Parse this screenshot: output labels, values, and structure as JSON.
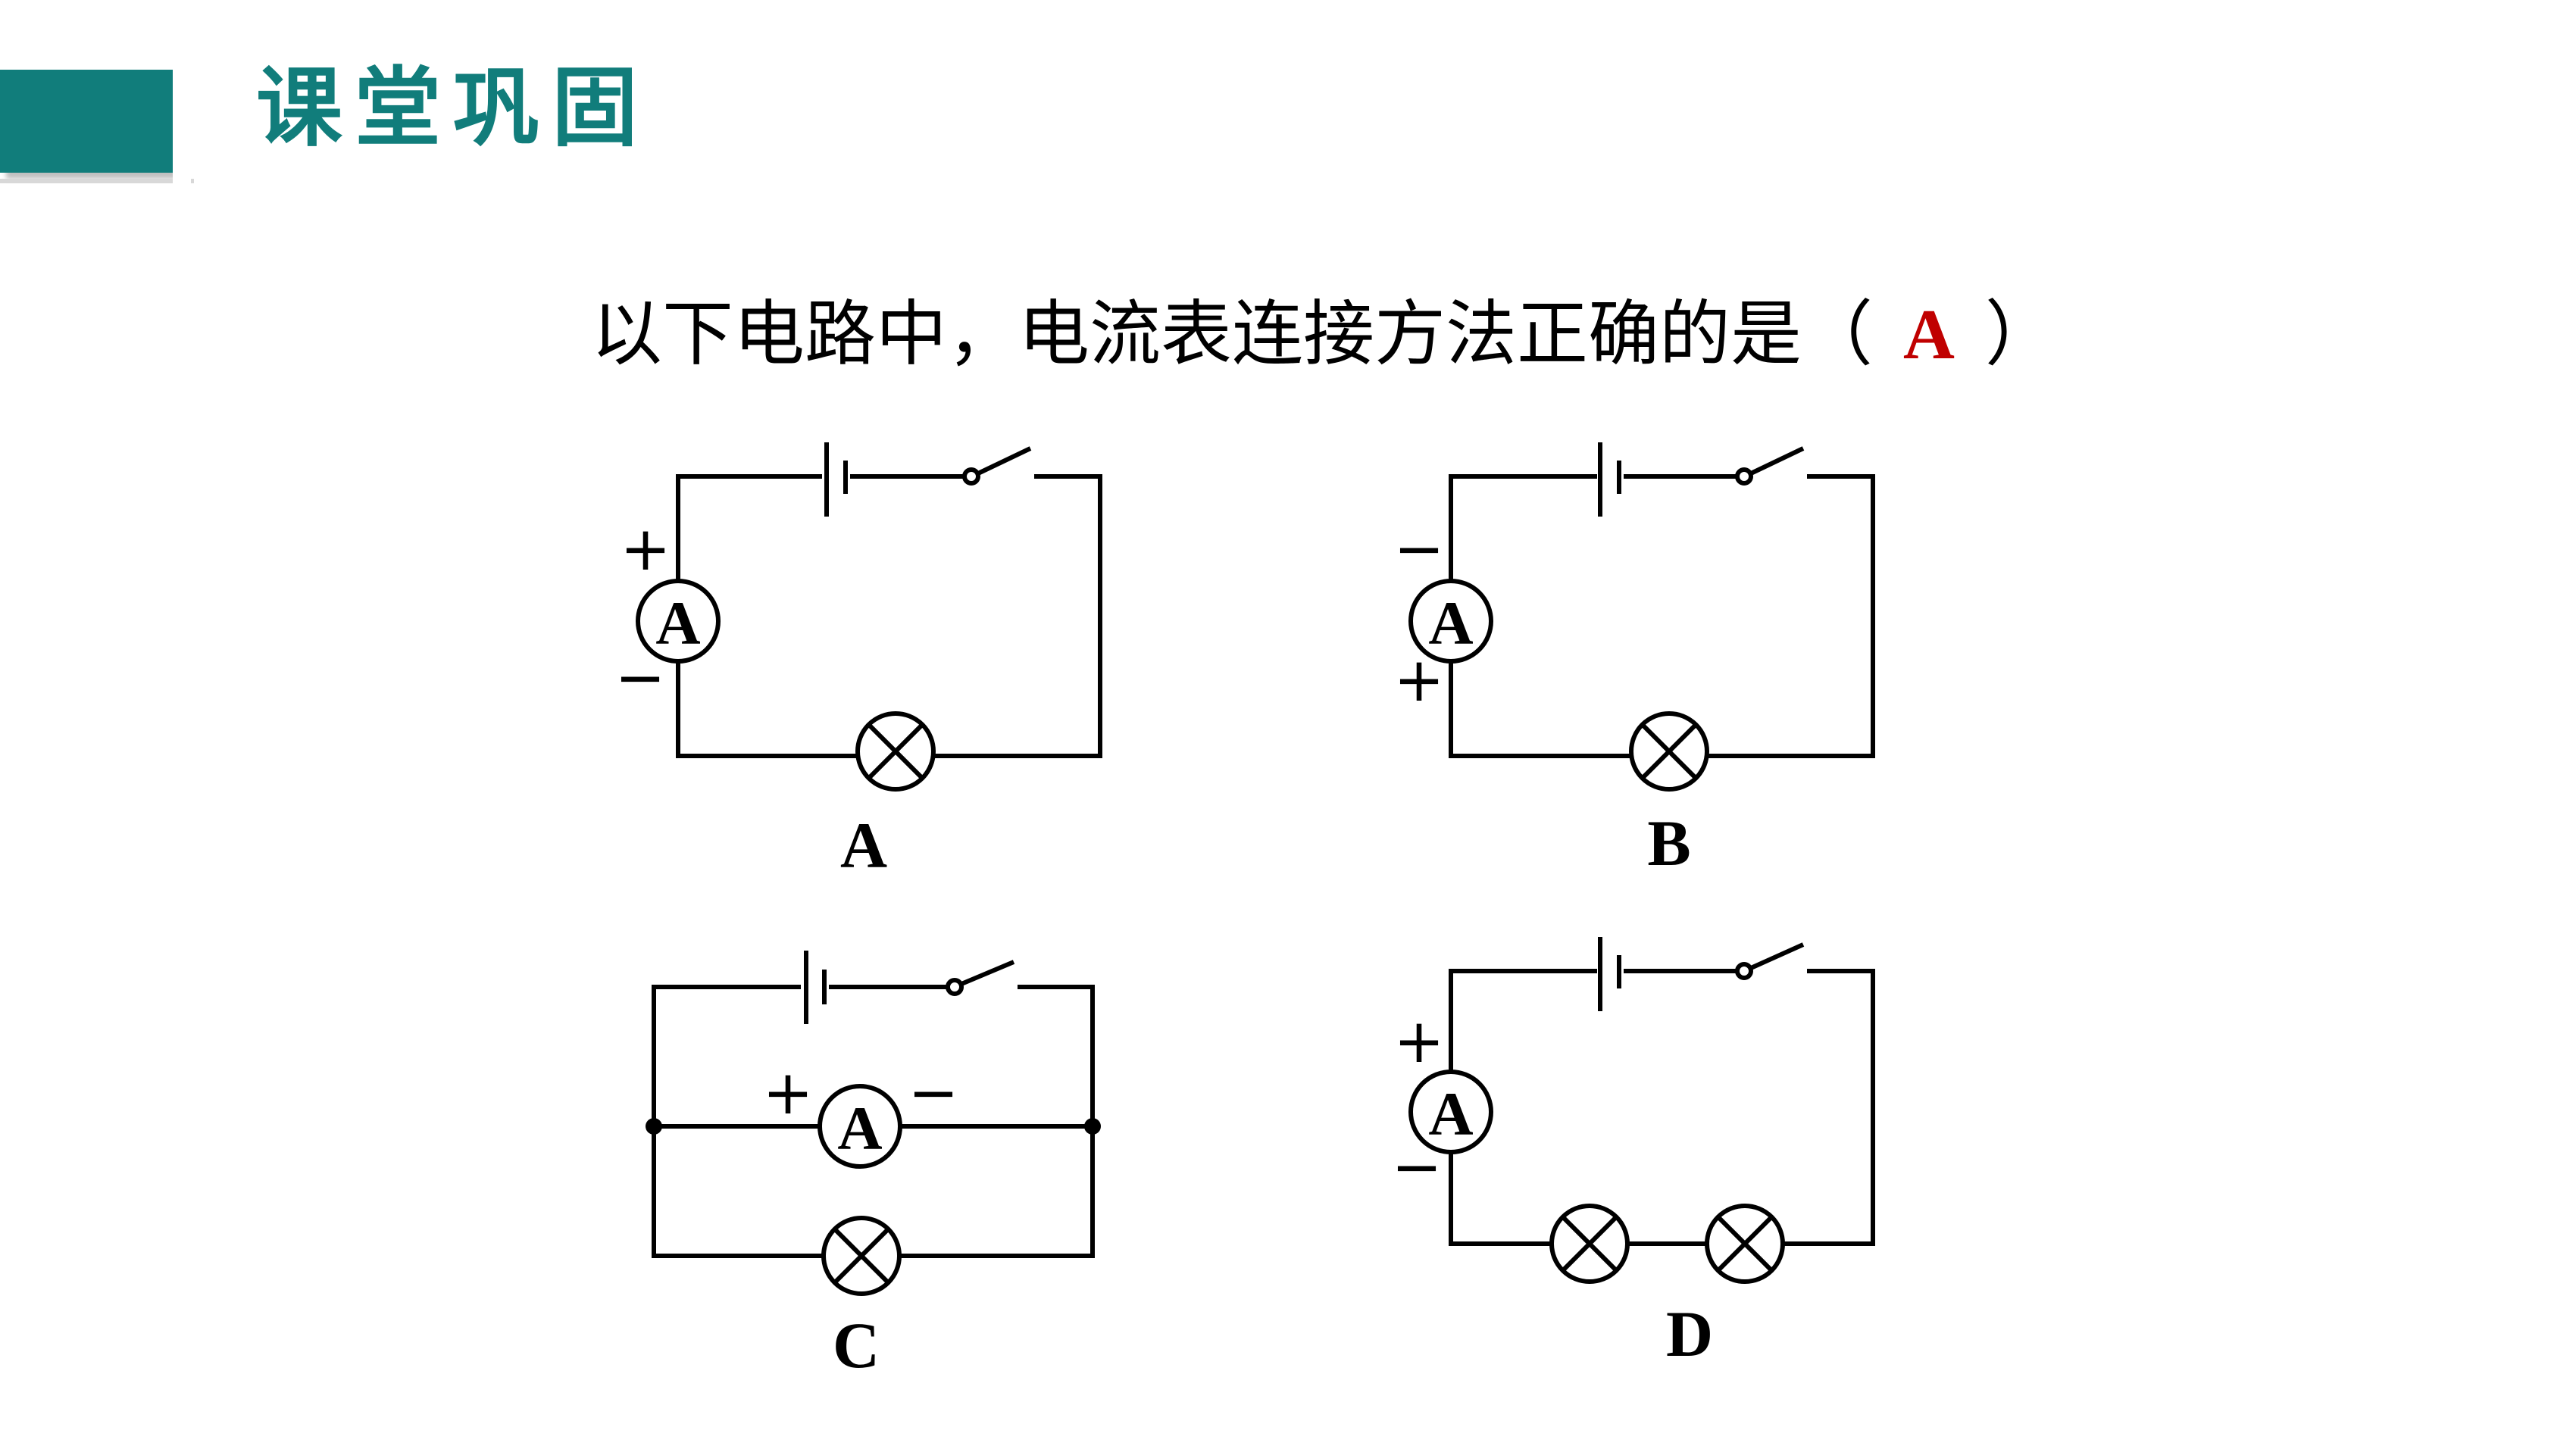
{
  "header": {
    "title": "课堂巩固",
    "accent_color": "#117d7b"
  },
  "question": {
    "prefix": "以下电路中，电流表连接方法正确的是（",
    "answer": "A",
    "suffix": "）",
    "answer_color": "#c00000"
  },
  "circuits": [
    {
      "label": "A",
      "ammeter": "A",
      "signs": [
        "+",
        "−"
      ]
    },
    {
      "label": "B",
      "ammeter": "A",
      "signs": [
        "−",
        "+"
      ]
    },
    {
      "label": "C",
      "ammeter": "A",
      "signs": [
        "+",
        "−"
      ]
    },
    {
      "label": "D",
      "ammeter": "A",
      "signs": [
        "+",
        "−"
      ]
    }
  ]
}
